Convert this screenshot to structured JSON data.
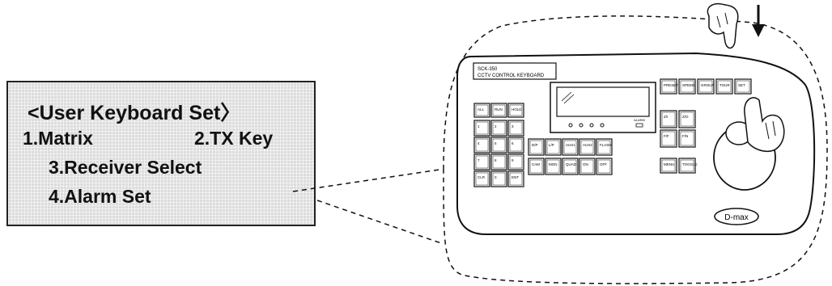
{
  "menu": {
    "title": "<User Keyboard Set〉",
    "items": [
      "1.Matrix",
      "2.TX Key",
      "3.Receiver Select",
      "4.Alarm Set"
    ]
  },
  "keyboard": {
    "model": "SCK-350",
    "name": "CCTV CONTROL KEYBOARD",
    "brand": "D-max",
    "alarm_label": "ALARM",
    "keys_row1": [
      "ALL",
      "RUN",
      "HOLD"
    ],
    "keys_num": [
      "1",
      "2",
      "3",
      "4",
      "5",
      "6",
      "7",
      "8",
      "9",
      "CLR",
      "0",
      "ENT"
    ],
    "keys_func_top": [
      "D/P",
      "L/P",
      "AUX1",
      "AUX2",
      "FLASH"
    ],
    "keys_func_bot": [
      "CAM",
      "MON",
      "QUAD",
      "ON",
      "OFF"
    ],
    "keys_top_right": [
      "PRESET",
      "SPEED",
      "GROUP",
      "TOUR",
      "SET"
    ],
    "keys_mid_right": [
      "Z/I",
      "Z/O",
      "F/F",
      "F/N"
    ],
    "keys_bot_right": [
      "MENU",
      "TOGGLE"
    ]
  },
  "colors": {
    "lcd_bg": "#dcdcdc",
    "line": "#111111"
  }
}
